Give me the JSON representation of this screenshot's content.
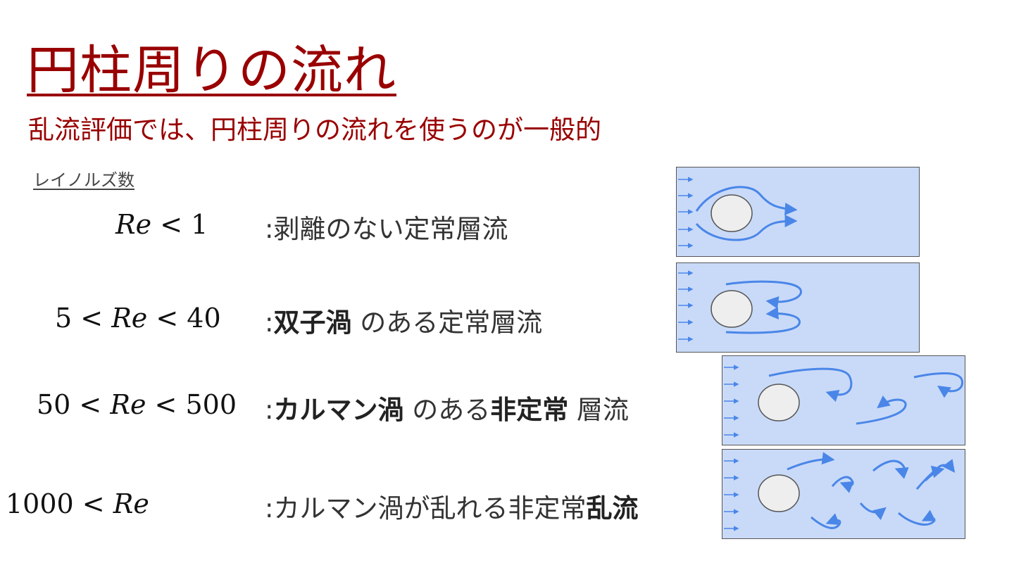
{
  "slide": {
    "title": "円柱周りの流れ",
    "subtitle": "乱流評価では、円柱周りの流れを使うのが一般的",
    "section_label": "レイノルズ数"
  },
  "rows": [
    {
      "math": {
        "pre": "",
        "re": "Re",
        "post": " < 1"
      },
      "desc": {
        "colon": ":",
        "p1": "剥離のない定常層流",
        "b1": "",
        "p2": "",
        "b2": "",
        "p3": ""
      }
    },
    {
      "math": {
        "pre": "5 < ",
        "re": "Re",
        "post": " < 40"
      },
      "desc": {
        "colon": ":",
        "p1": "",
        "b1": "双子渦",
        "p2": " のある定常層流",
        "b2": "",
        "p3": ""
      }
    },
    {
      "math": {
        "pre": "50 < ",
        "re": "Re",
        "post": " < 500"
      },
      "desc": {
        "colon": ":",
        "p1": "",
        "b1": "カルマン渦",
        "p2": " のある",
        "b2": "非定常",
        "p3": " 層流"
      }
    },
    {
      "math": {
        "pre": "1000 < ",
        "re": "Re",
        "post": ""
      },
      "desc": {
        "colon": ":",
        "p1": "カルマン渦が乱れる非定常",
        "b1": "乱流",
        "p2": "",
        "b2": "",
        "p3": ""
      }
    }
  ],
  "colors": {
    "title": "#990000",
    "diagram_fill": "#c9daf8",
    "flow_arrow": "#4a86e8",
    "cylinder": "#eeeeee"
  },
  "icons": [
    "inflow-arrow-icon",
    "cylinder-icon",
    "streamline-arrow-icon",
    "vortex-arrow-icon"
  ]
}
